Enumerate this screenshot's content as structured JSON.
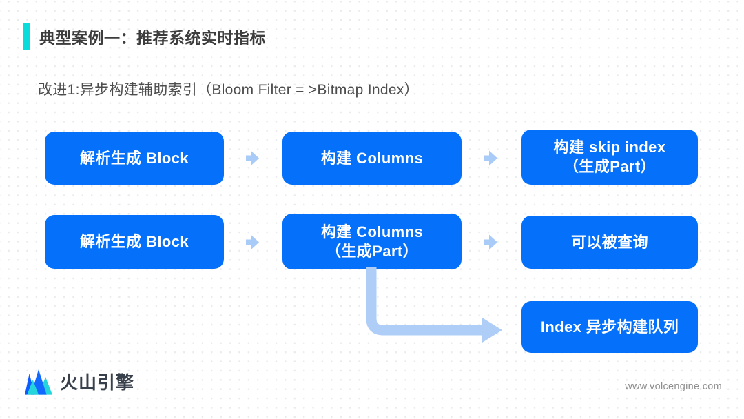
{
  "header": {
    "title": "典型案例一：推荐系统实时指标",
    "subtitle": "改进1:异步构建辅助索引（Bloom Filter = >Bitmap Index）"
  },
  "diagram": {
    "boxes": [
      {
        "label": "解析生成 Block"
      },
      {
        "label": "构建 Columns"
      },
      {
        "label": "构建 skip index\n（生成Part）"
      },
      {
        "label": "解析生成 Block"
      },
      {
        "label": "构建 Columns\n（生成Part）"
      },
      {
        "label": "可以被查询"
      },
      {
        "label": "Index 异步构建队列"
      }
    ]
  },
  "footer": {
    "logo_text": "火山引擎",
    "url": "www.volcengine.com"
  },
  "colors": {
    "box_blue": "#0570FA",
    "arrow_blue": "#A9CBF7",
    "accent_cyan": "#0ADCDC",
    "logo_blue": "#0E5BFF",
    "logo_bright_blue": "#1269FF",
    "logo_cyan": "#25D5DC"
  },
  "icons": {
    "flow_arrow": "block-right-arrow",
    "connector": "elbow-right-arrow",
    "logo": "mountain-peaks"
  }
}
